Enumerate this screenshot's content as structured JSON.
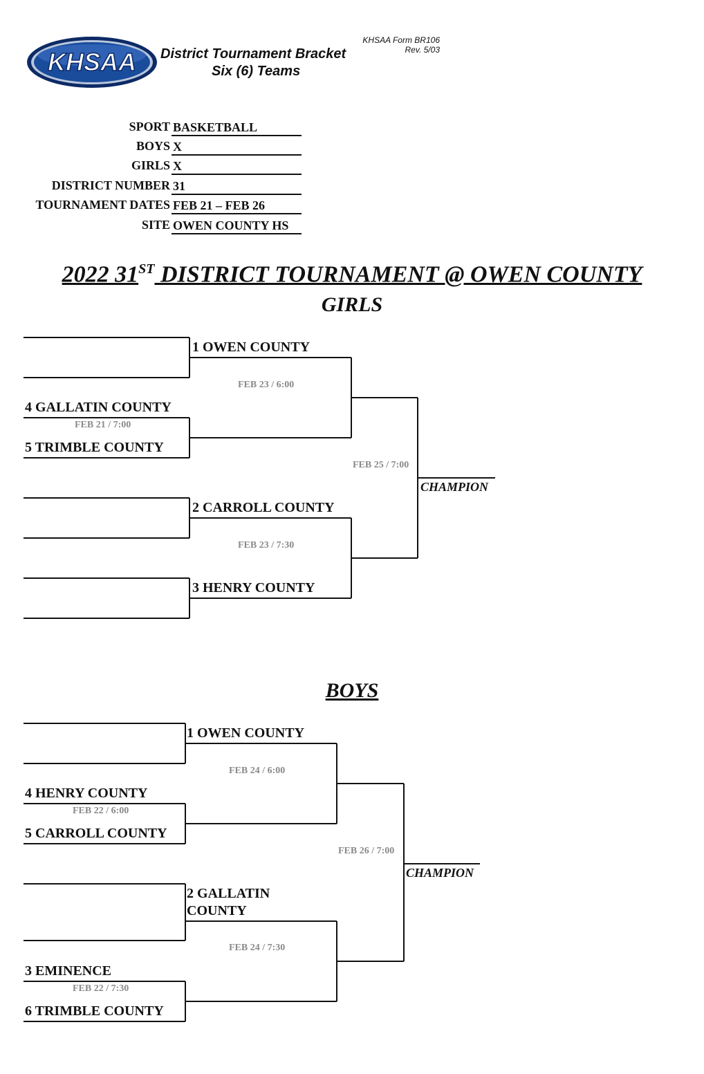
{
  "header": {
    "logo_text": "KHSAA",
    "title_line1": "District Tournament Bracket",
    "title_line2": "Six (6) Teams",
    "form_code": "KHSAA Form BR106",
    "revision": "Rev. 5/03"
  },
  "info": {
    "sport_label": "SPORT",
    "sport_value": "BASKETBALL",
    "boys_label": "BOYS",
    "boys_value": "X",
    "girls_label": "GIRLS",
    "girls_value": "X",
    "district_label": "DISTRICT NUMBER",
    "district_value": "31",
    "dates_label": "TOURNAMENT DATES",
    "dates_value": "FEB 21 – FEB 26",
    "site_label": "SITE",
    "site_value": "OWEN COUNTY HS"
  },
  "title": {
    "part1": "2022 31",
    "sup": "ST",
    "part2": " DISTRICT TOURNAMENT @ OWEN COUNTY"
  },
  "girls": {
    "heading": "GIRLS",
    "seed1": "1   OWEN COUNTY",
    "seed4": "4   GALLATIN COUNTY",
    "seed5": "5   TRIMBLE COUNTY",
    "seed2": "2   CARROLL COUNTY",
    "seed3": "3   HENRY COUNTY",
    "game_first": "FEB 21 / 7:00",
    "game_semi1": "FEB 23 / 6:00",
    "game_semi2": "FEB 23 / 7:30",
    "game_final": "FEB 25 / 7:00",
    "champion": "CHAMPION"
  },
  "boys": {
    "heading": "BOYS",
    "seed1": "1   OWEN COUNTY",
    "seed4": "4   HENRY COUNTY",
    "seed5": "5   CARROLL COUNTY",
    "seed2_line1": "2   GALLATIN",
    "seed2_line2": "COUNTY",
    "seed3": "3   EMINENCE",
    "seed6": "6   TRIMBLE COUNTY",
    "game_first1": "FEB 22 / 6:00",
    "game_first2": "FEB 22 / 7:30",
    "game_semi1": "FEB 24 / 6:00",
    "game_semi2": "FEB 24 / 7:30",
    "game_final": "FEB 26 / 7:00",
    "champion": "CHAMPION"
  },
  "colors": {
    "logo_blue": "#1a4c9c",
    "logo_rim": "#0d2a66",
    "game_text": "#8a8a8a"
  }
}
